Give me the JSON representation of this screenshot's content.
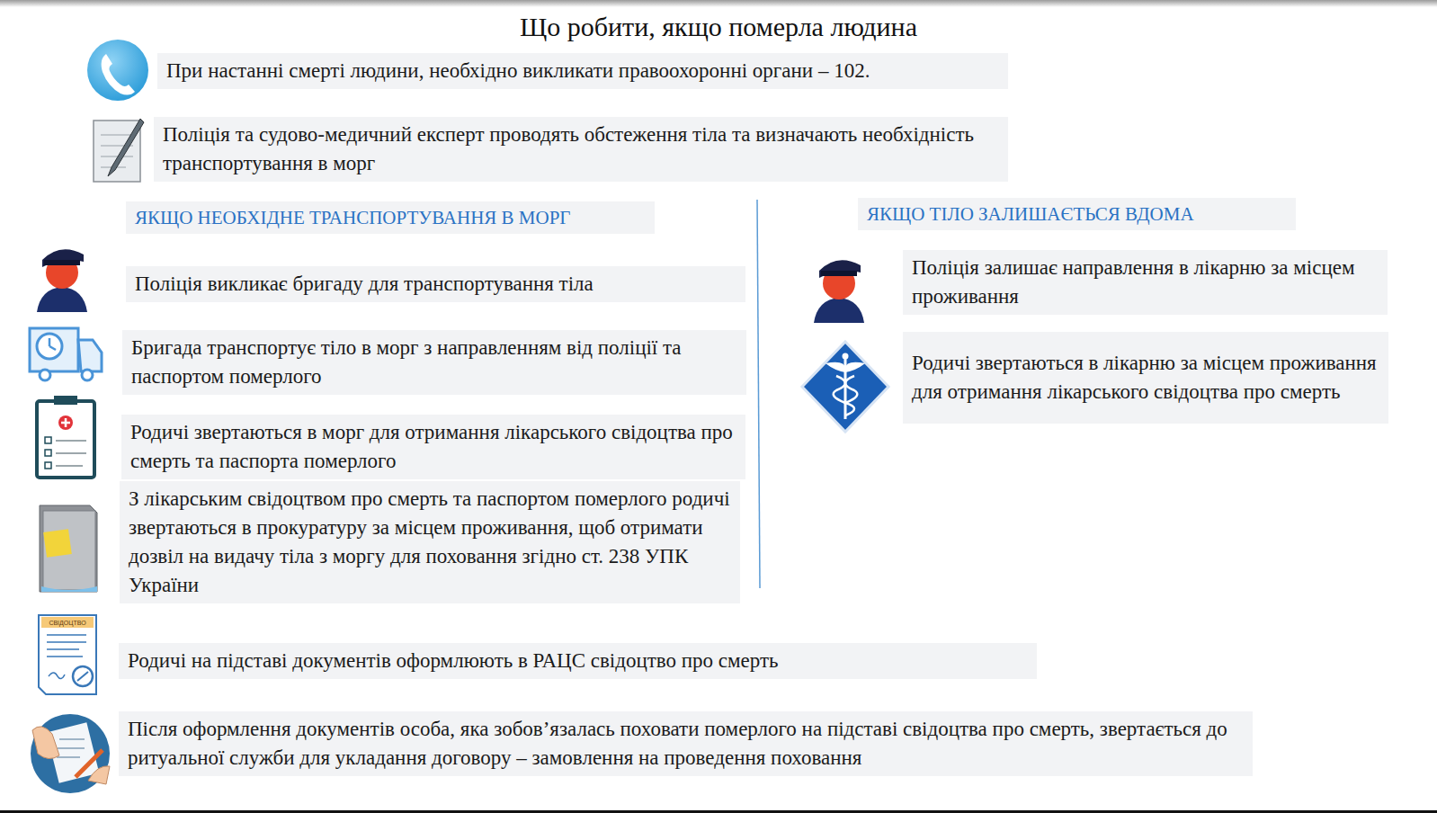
{
  "diagram": {
    "title": "Що робити, якщо померла людина",
    "nodes": [
      {
        "text": [
          "При настанні смерті людини, необхідно викликати правоохоронні органи – 102."
        ]
      },
      {
        "text": [
          "Поліція та судово-медичний експерт проводять обстеження тіла та визначають необхідність транспортування в морг"
        ]
      },
      {
        "text": [
          "ЯКЩО НЕОБХІДНЕ ТРАНСПОРТУВАННЯ В МОРГ"
        ]
      },
      {
        "text": [
          "Поліція викликає бригаду для транспортування тіла"
        ]
      },
      {
        "text": [
          "Бригада транспортує тіло в морг з направленням від поліції та паспортом померлого"
        ]
      },
      {
        "text": [
          "Родичі звертаються в морг для отримання лікарського свідоцтва про смерть та паспорта померлого"
        ]
      },
      {
        "text": [
          "З лікарським свідоцтвом про смерть та паспортом померлого родичі звертаються в прокуратуру за місцем проживання, щоб отримати дозвіл на видачу тіла з моргу для поховання згідно ст. 238 УПК України"
        ]
      },
      {
        "text": [
          "ЯКЩО ТІЛО ЗАЛИШАЄТЬСЯ ВДОМА"
        ]
      },
      {
        "text": [
          "Поліція залишає направлення в лікарню за місцем проживання"
        ]
      },
      {
        "text": [
          "Родичі звертаються в лікарню за місцем проживання для отримання лікарського свідоцтва про смерть"
        ]
      },
      {
        "text": [
          "Родичі на підставі документів оформлюють в РАЦС свідоцтво про смерть"
        ]
      },
      {
        "text": [
          "Після оформлення документів особа, яка зобов’язалась поховати померлого на підставі свідоцтва про смерть, звертається до ритуальної служби для укладання договору – замовлення на проведення поховання"
        ]
      }
    ],
    "labels": [
      "СВІДОЦТВО"
    ]
  }
}
